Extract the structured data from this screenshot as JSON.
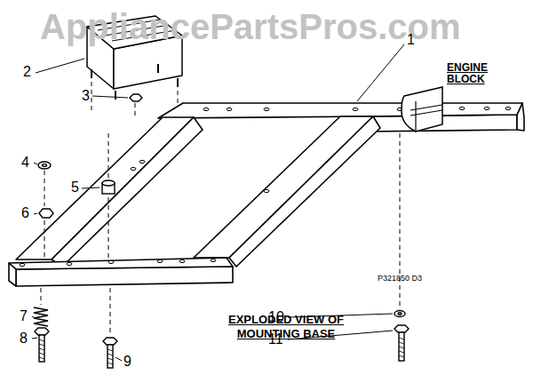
{
  "diagram": {
    "title": "EXPLODED VIEW OF MOUNTING BASE",
    "labels": [
      "AppliancePartsPros.com",
      "1",
      "2",
      "3",
      "4",
      "5",
      "6",
      "7",
      "8",
      "9",
      "10",
      "11",
      "ENGINE BLOCK",
      "P321850 D3"
    ]
  }
}
